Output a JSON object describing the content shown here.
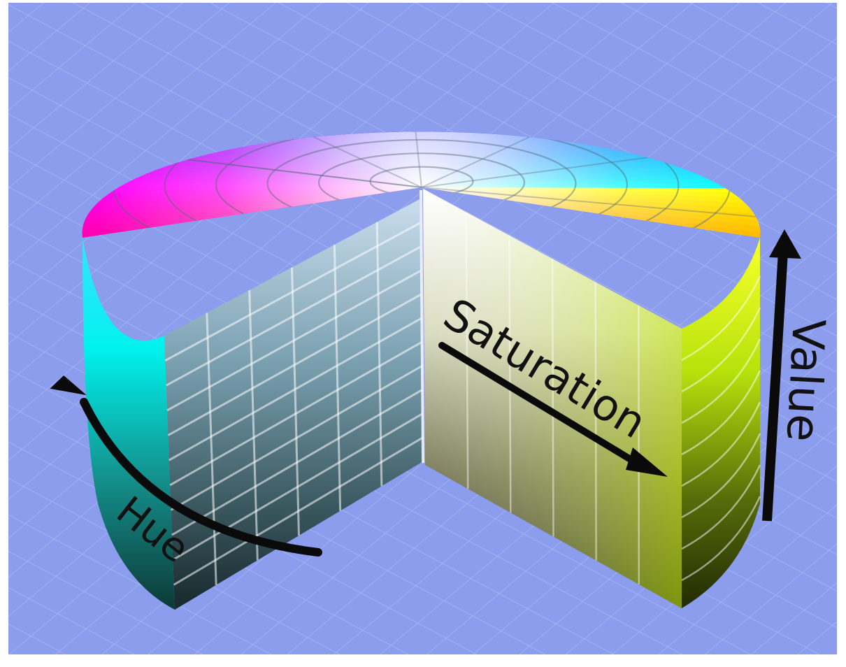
{
  "labels": {
    "hue": "Hue",
    "saturation": "Saturation",
    "value": "Value"
  },
  "colors": {
    "background": "#8c9ded",
    "grid_line": "#a7b6f2",
    "frame": "#ffffff",
    "arrow": "#0a0a0a",
    "label_text": "#111111",
    "hue_red": "#ff0000",
    "hue_yellow": "#ffff00",
    "hue_green": "#00ff00",
    "hue_cyan": "#00ffff",
    "hue_blue": "#0000ff",
    "hue_magenta": "#ff00ff"
  }
}
